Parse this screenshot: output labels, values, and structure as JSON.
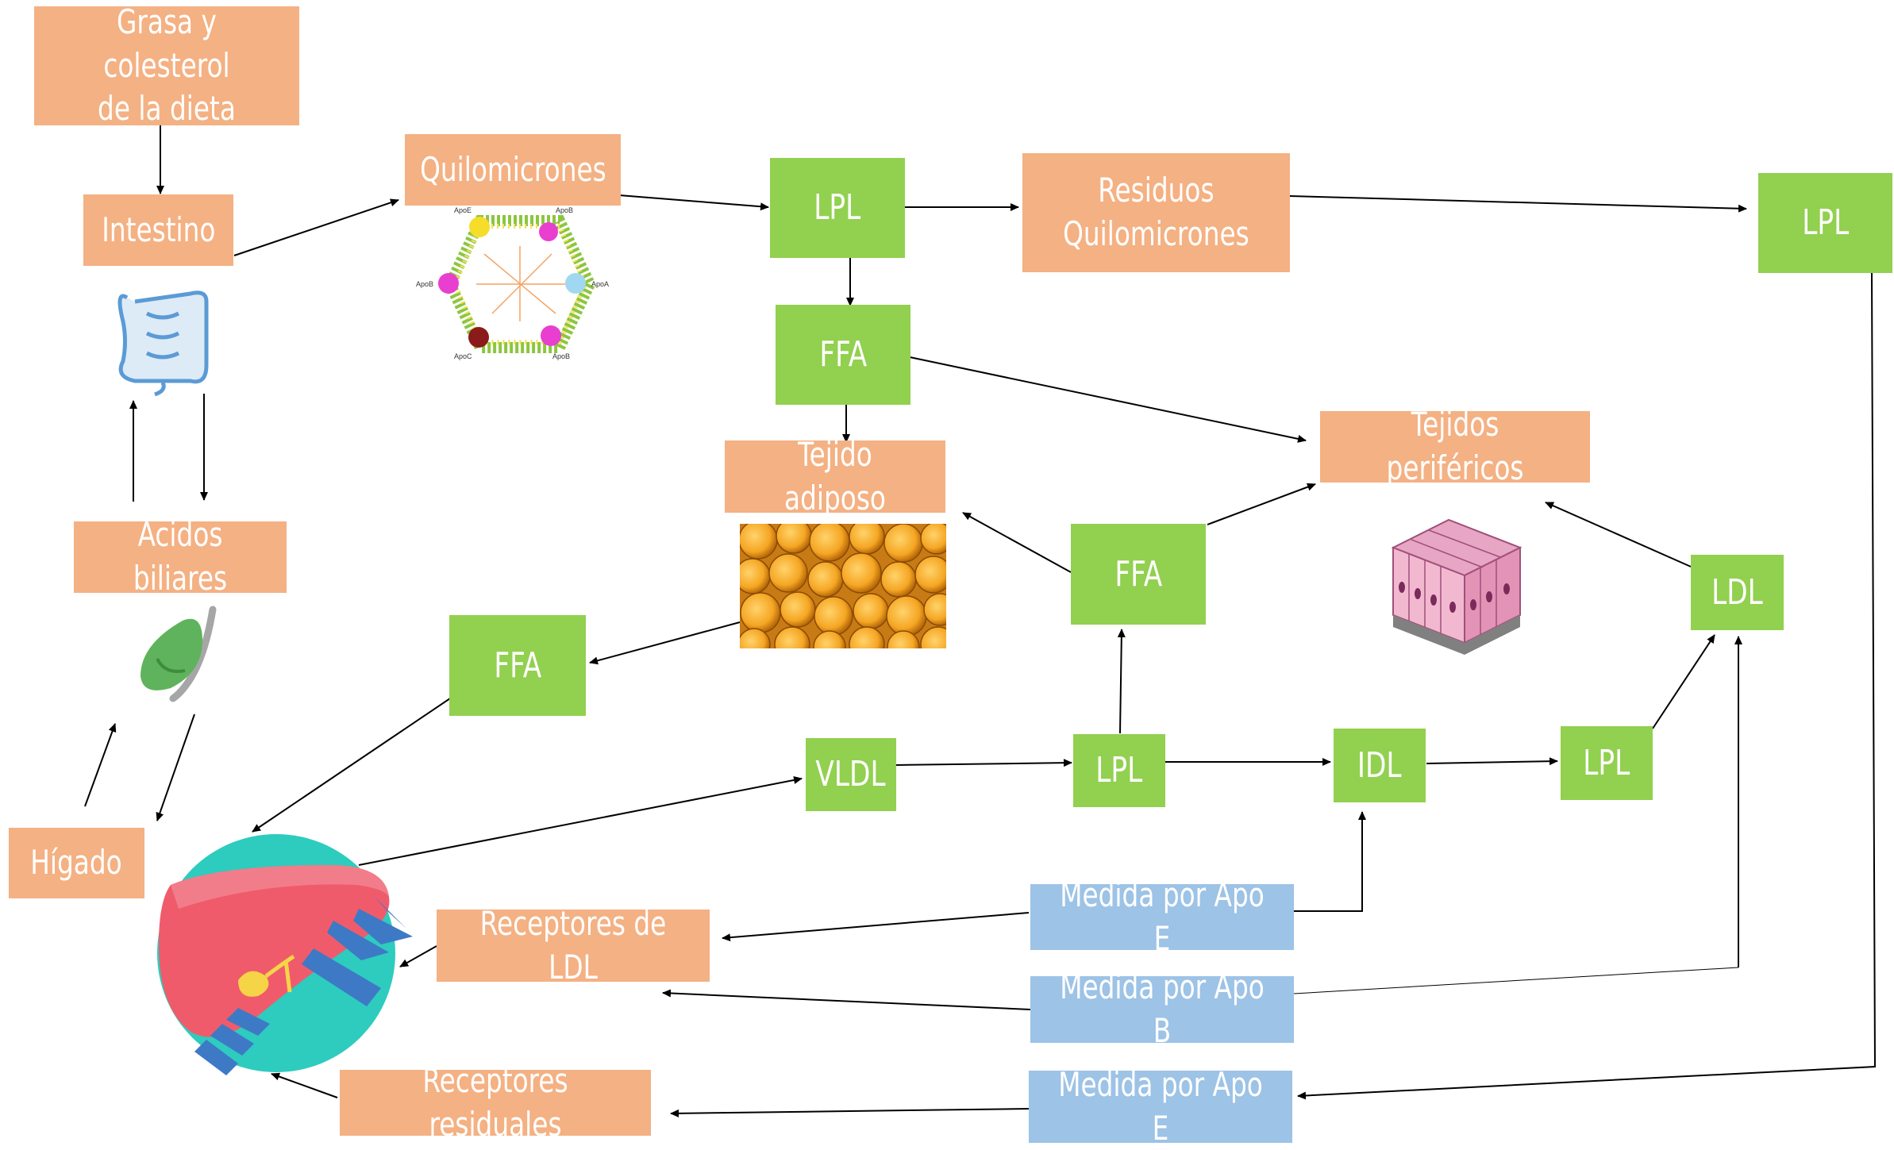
{
  "diagram": {
    "nodes": {
      "grasa": {
        "label": "Grasa y colesterol\nde la dieta"
      },
      "intestino": {
        "label": "Intestino"
      },
      "quilomicrones": {
        "label": "Quilomicrones"
      },
      "lpl1": {
        "label": "LPL"
      },
      "residuos": {
        "label": "Residuos\nQuilomicrones"
      },
      "lpl2": {
        "label": "LPL"
      },
      "ffa1": {
        "label": "FFA"
      },
      "tejido_adiposo": {
        "label": "Tejido adiposo"
      },
      "tejidos_perifericos": {
        "label": "Tejidos periféricos"
      },
      "acidos_biliares": {
        "label": "Ácidos biliares"
      },
      "ffa2": {
        "label": "FFA"
      },
      "ffa3": {
        "label": "FFA"
      },
      "ldl": {
        "label": "LDL"
      },
      "higado": {
        "label": "Hígado"
      },
      "vldl": {
        "label": "VLDL"
      },
      "lpl3": {
        "label": "LPL"
      },
      "idl": {
        "label": "IDL"
      },
      "lpl4": {
        "label": "LPL"
      },
      "receptores_ldl": {
        "label": "Receptores de LDL"
      },
      "receptores_residuales": {
        "label": "Receptores residuales"
      },
      "medida_apoe1": {
        "label": "Medida por Apo E"
      },
      "medida_apob": {
        "label": "Medida por Apo B"
      },
      "medida_apoe2": {
        "label": "Medida por Apo E"
      }
    },
    "chylomicron_labels": [
      "ApoE",
      "ApoB",
      "ApoA",
      "ApoB",
      "ApoC",
      "ApoB"
    ],
    "colors": {
      "peach": "#F4B183",
      "green": "#92D050",
      "blue": "#9DC3E6",
      "arrow": "#000000"
    },
    "icons": [
      "intestine-icon",
      "chylomicron-icon",
      "adipose-tissue-image",
      "tissue-block-icon",
      "gallbladder-icon",
      "liver-icon"
    ]
  }
}
